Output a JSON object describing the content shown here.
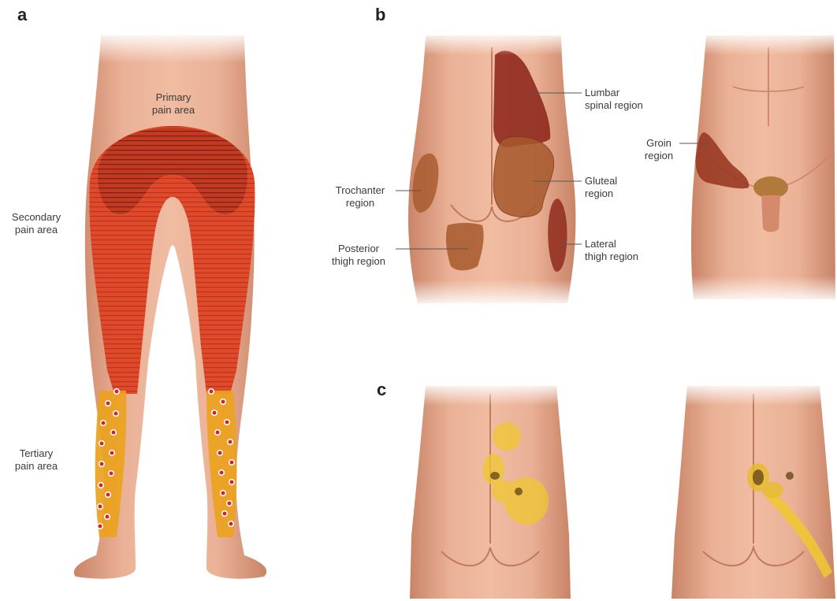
{
  "panels": {
    "a": "a",
    "b": "b",
    "c": "c"
  },
  "panel_a": {
    "primary": [
      "Primary",
      "pain area"
    ],
    "secondary": [
      "Secondary",
      "pain area"
    ],
    "tertiary": [
      "Tertiary",
      "pain area"
    ]
  },
  "panel_b": {
    "lumbar": [
      "Lumbar",
      "spinal region"
    ],
    "gluteal": [
      "Gluteal",
      "region"
    ],
    "lateral_thigh": [
      "Lateral",
      "thigh region"
    ],
    "trochanter": [
      "Trochanter",
      "region"
    ],
    "posterior_thigh": [
      "Posterior",
      "thigh region"
    ],
    "groin": [
      "Groin",
      "region"
    ]
  },
  "colors": {
    "skin": "#e8a98a",
    "skin_shadow": "#c98467",
    "primary_area": "#c73a22",
    "secondary_area": "#e24a2a",
    "tertiary_area": "#e8a21a",
    "region_dark": "#8f2a1e",
    "region_brown": "#a7582a",
    "c_yellow": "#f0c830",
    "c_dark": "#6b4a1a"
  }
}
